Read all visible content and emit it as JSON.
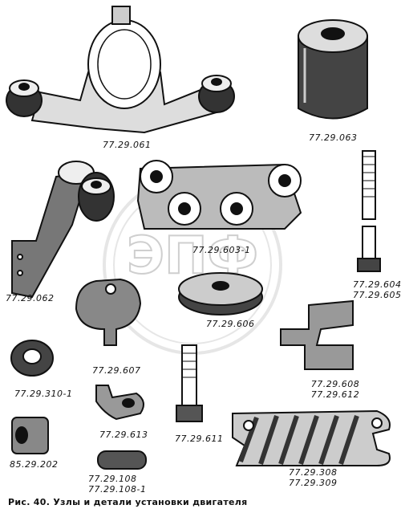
{
  "labels": {
    "p061": "77.29.061",
    "p063": "77.29.063",
    "p062": "77.29.062",
    "p603_1": "77.29.603-1",
    "p604": "77.29.604",
    "p605": "77.29.605",
    "p606": "77.29.606",
    "p607": "77.29.607",
    "p608": "77.29.608",
    "p612": "77.29.612",
    "p310_1": "77.29.310-1",
    "p613": "77.29.613",
    "p611": "77.29.611",
    "p202": "85.29.202",
    "p108": "77.29.108",
    "p108_1": "77.29.108-1",
    "p308": "77.29.308",
    "p309": "77.29.309"
  },
  "watermark": "ЭПФ",
  "caption": "Рис. 40. Узлы и детали установки двигателя"
}
